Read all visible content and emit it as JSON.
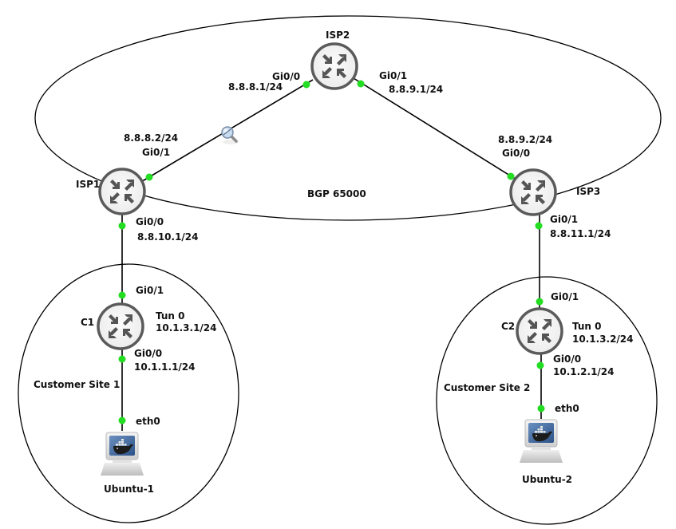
{
  "diagram": {
    "zones": {
      "bgp": {
        "label": "BGP 65000"
      },
      "site1": {
        "label": "Customer Site 1"
      },
      "site2": {
        "label": "Customer Site 2"
      }
    },
    "nodes": {
      "isp1": {
        "label": "ISP1",
        "type": "router"
      },
      "isp2": {
        "label": "ISP2",
        "type": "router"
      },
      "isp3": {
        "label": "ISP3",
        "type": "router"
      },
      "c1": {
        "label": "C1",
        "type": "router",
        "tunnel_if": "Tun 0",
        "tunnel_ip": "10.1.3.1/24"
      },
      "c2": {
        "label": "C2",
        "type": "router",
        "tunnel_if": "Tun 0",
        "tunnel_ip": "10.1.3.2/24"
      },
      "ubuntu1": {
        "label": "Ubuntu-1",
        "type": "docker-host"
      },
      "ubuntu2": {
        "label": "Ubuntu-2",
        "type": "docker-host"
      }
    },
    "links": {
      "isp1_isp2": {
        "a_if": "Gi0/1",
        "a_ip": "8.8.8.2/24",
        "b_if": "Gi0/0",
        "b_ip": "8.8.8.1/24",
        "capture": true
      },
      "isp2_isp3": {
        "a_if": "Gi0/1",
        "a_ip": "8.8.9.1/24",
        "b_if": "Gi0/0",
        "b_ip": "8.8.9.2/24"
      },
      "isp1_c1": {
        "a_if": "Gi0/0",
        "a_ip": "8.8.10.1/24",
        "b_if": "Gi0/1"
      },
      "isp3_c2": {
        "a_if": "Gi0/1",
        "a_ip": "8.8.11.1/24",
        "b_if": "Gi0/1"
      },
      "c1_ubuntu1": {
        "a_if": "Gi0/0",
        "a_ip": "10.1.1.1/24",
        "b_if": "eth0"
      },
      "c2_ubuntu2": {
        "a_if": "Gi0/0",
        "a_ip": "10.1.2.1/24",
        "b_if": "eth0"
      }
    },
    "colors": {
      "link_port": "#22dd22",
      "router_ring": "#5a5a5a",
      "router_fill": "#f4f4f4",
      "line": "#000000"
    }
  }
}
